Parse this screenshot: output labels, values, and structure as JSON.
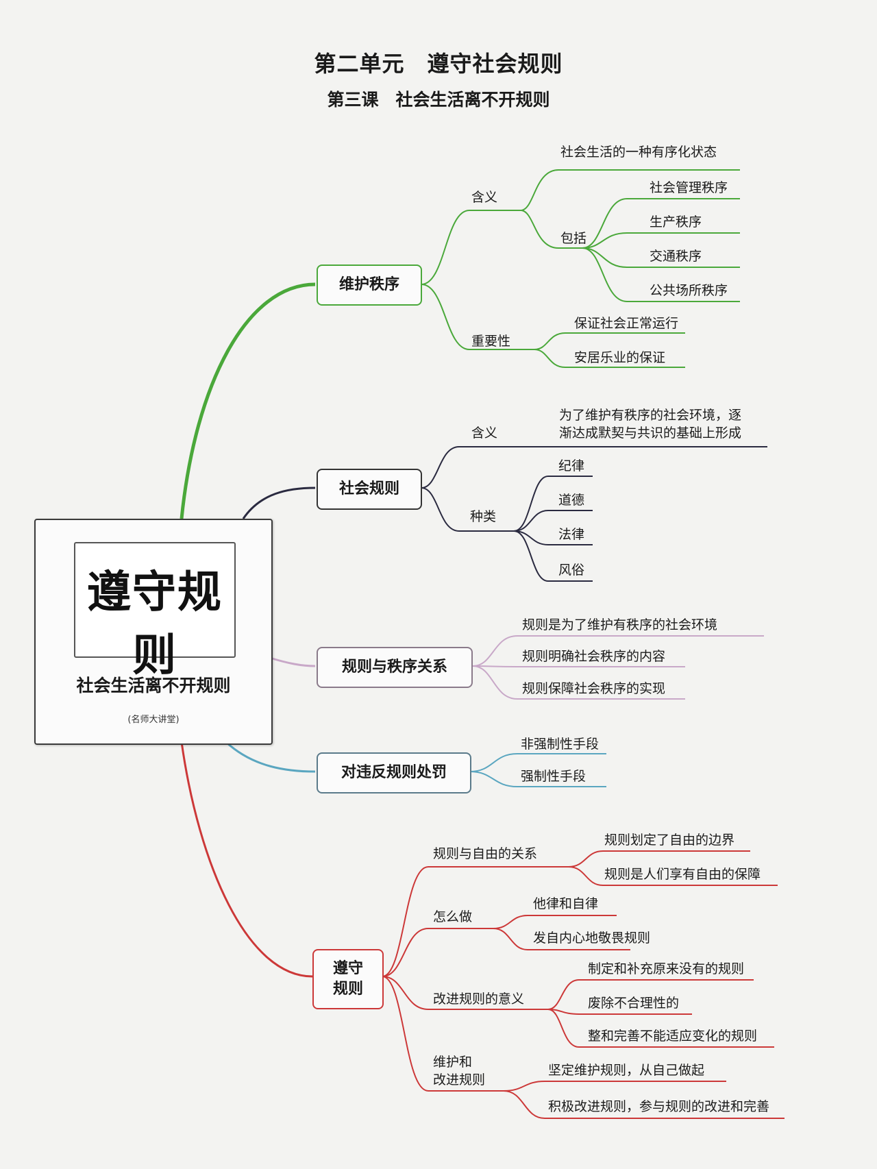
{
  "header": {
    "unit_title": "第二单元　遵守社会规则",
    "lesson_title": "第三课　社会生活离不开规则"
  },
  "center": {
    "logo_text": "遵守规则",
    "title": "社会生活离不开规则",
    "note": "(名师大讲堂)"
  },
  "colors": {
    "maintain_order": "#4aa83a",
    "social_rules": "#2a2a40",
    "relation": "#c8a8c8",
    "punishment": "#5aa6c0",
    "obey_rules": "#cc3838"
  },
  "branches": {
    "maintain_order": {
      "label": "维护秩序",
      "meaning": {
        "label": "含义",
        "definition": "社会生活的一种有序化状态",
        "includes": {
          "label": "包括",
          "items": [
            "社会管理秩序",
            "生产秩序",
            "交通秩序",
            "公共场所秩序"
          ]
        }
      },
      "importance": {
        "label": "重要性",
        "items": [
          "保证社会正常运行",
          "安居乐业的保证"
        ]
      }
    },
    "social_rules": {
      "label": "社会规则",
      "meaning": {
        "label": "含义",
        "text_line1": "为了维护有秩序的社会环境，逐",
        "text_line2": "渐达成默契与共识的基础上形成"
      },
      "types": {
        "label": "种类",
        "items": [
          "纪律",
          "道德",
          "法律",
          "风俗"
        ]
      }
    },
    "relation": {
      "label": "规则与秩序关系",
      "items": [
        "规则是为了维护有秩序的社会环境",
        "规则明确社会秩序的内容",
        "规则保障社会秩序的实现"
      ]
    },
    "punishment": {
      "label": "对违反规则处罚",
      "items": [
        "非强制性手段",
        "强制性手段"
      ]
    },
    "obey_rules": {
      "label_line1": "遵守",
      "label_line2": "规则",
      "freedom": {
        "label": "规则与自由的关系",
        "items": [
          "规则划定了自由的边界",
          "规则是人们享有自由的保障"
        ]
      },
      "how": {
        "label": "怎么做",
        "items": [
          "他律和自律",
          "发自内心地敬畏规则"
        ]
      },
      "improve": {
        "label": "改进规则的意义",
        "items": [
          "制定和补充原来没有的规则",
          "废除不合理性的",
          "整和完善不能适应变化的规则"
        ]
      },
      "maintain": {
        "label_line1": "维护和",
        "label_line2": "改进规则",
        "items": [
          "坚定维护规则，从自己做起",
          "积极改进规则，参与规则的改进和完善"
        ]
      }
    }
  }
}
